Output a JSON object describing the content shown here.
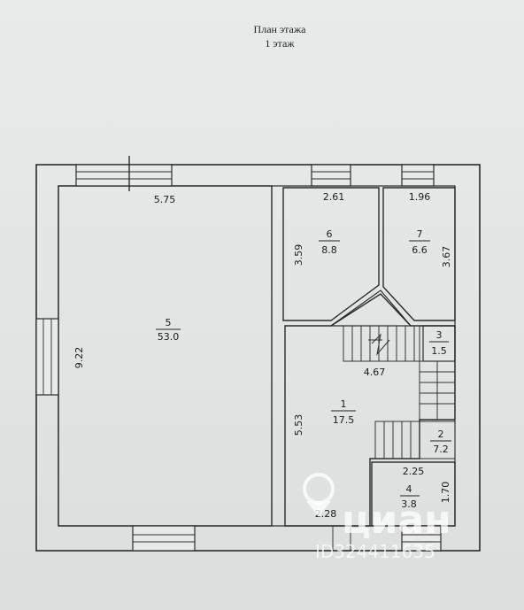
{
  "title": {
    "line1": "План этажа",
    "line2": "1 этаж"
  },
  "rooms": [
    {
      "number": "5",
      "area": "53.0",
      "width": "5.75",
      "height": "9.22"
    },
    {
      "number": "6",
      "area": "8.8",
      "width": "2.61",
      "height": "3.59"
    },
    {
      "number": "7",
      "area": "6.6",
      "width": "1.96",
      "height": "3.67"
    },
    {
      "number": "1",
      "area": "17.5",
      "width": "4.67",
      "height": "5.53"
    },
    {
      "number": "3",
      "area": "1.5"
    },
    {
      "number": "2",
      "area": "7.2"
    },
    {
      "number": "4",
      "area": "3.8",
      "width": "2.25",
      "height": "1.70",
      "extra": "2.28"
    }
  ],
  "watermark": {
    "brand": "циан",
    "id": "ID324411635"
  }
}
